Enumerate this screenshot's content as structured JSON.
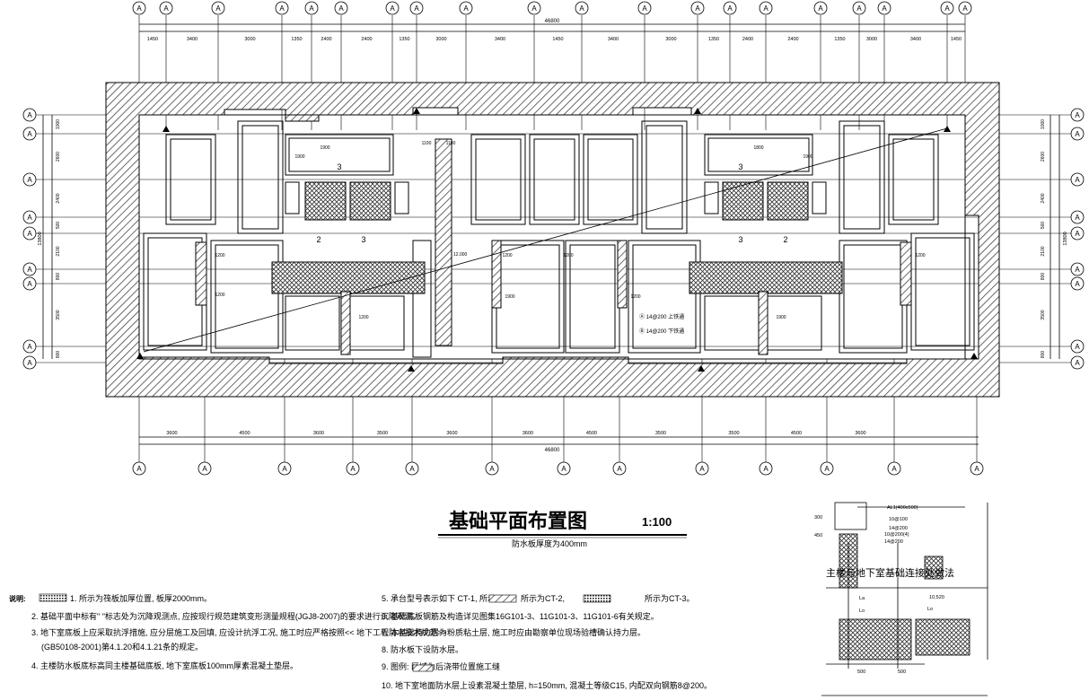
{
  "axis_bubble": "A",
  "plan": {
    "total_width": "46800",
    "top_dims": [
      "1450",
      "3400",
      "3000",
      "1350",
      "2400",
      "2400",
      "1350",
      "3000",
      "3400",
      "1450",
      "3400",
      "3000",
      "1350",
      "2400",
      "2400",
      "1350",
      "3000",
      "3400",
      "1450"
    ],
    "bottom_dims": [
      "3600",
      "4500",
      "3600",
      "3500",
      "3600",
      "3600",
      "4500",
      "3500",
      "3500",
      "4500",
      "3600"
    ],
    "left_dims": [
      "1000",
      "2600",
      "2400",
      "500",
      "2100",
      "800",
      "3500",
      "800"
    ],
    "left_total": "13800",
    "right_dims": [
      "1000",
      "2600",
      "2400",
      "500",
      "2100",
      "800",
      "3500",
      "800"
    ],
    "right_total": "13800",
    "room_numbers": [
      "3",
      "2",
      "3",
      "3",
      "3",
      "2"
    ],
    "small_dims": [
      "1900",
      "1100",
      "1100",
      "1800",
      "1900",
      "1200",
      "1200",
      "1200",
      "1200",
      "1200",
      "1200",
      "1200",
      "1900",
      "1900",
      "1900"
    ],
    "legend_callouts": [
      "Ⓐ 14@200 上铁通",
      "Ⓑ 14@200 下铁通"
    ],
    "pit_label": "12.000"
  },
  "title": {
    "main": "基础平面布置图",
    "scale": "1:100",
    "sub": "防水板厚度为400mm"
  },
  "notes": {
    "label": "说明:",
    "lines": [
      "1.                所示为筏板加厚位置, 板厚2000mm。",
      "2. 基础平面中标有\"   \"标志处为沉降观测点, 应按现行规范建筑变形测量规程(JGJ8-2007)的要求进行沉降观测。",
      "3. 地下室底板上应采取抗浮措施, 应分层施工及回填, 应设计抗浮工况, 施工时应严格按照<< 地下工程防水技术规范>>",
      "(GB50108-2001)第4.1.20和4.1.21条的规定。",
      "4. 主楼防水板底标高同主楼基础底板, 地下室底板100mm厚素混凝土垫层。",
      "5. 承台型号表示如下 CT-1, 所示;",
      "6. 基础底板钢筋及构造详见图集16G101-3、11G101-3、11G101-6有关规定。",
      "7. 本基础持力层为粉质粘土层, 施工时应由勘察单位现场验槽确认持力层。",
      "8. 防水板下设防水层。",
      "9. 图例:             区域为后浇带位置施工缝",
      "10. 地下室地面防水层上设素混凝土垫层, h=150mm, 混凝土等级C15, 内配双向钢筋8@200。"
    ],
    "ct2": "所示为CT-2,",
    "ct3": "所示为CT-3。"
  },
  "detail": {
    "title": "主楼与地下室基础连接处做法",
    "labels": [
      "AL1(400x500)",
      "10@100",
      "14@200",
      "14@200",
      "10@200(4)",
      "300",
      "450",
      "500",
      "500",
      "La",
      "Lo",
      "Lo",
      "10,520"
    ]
  }
}
